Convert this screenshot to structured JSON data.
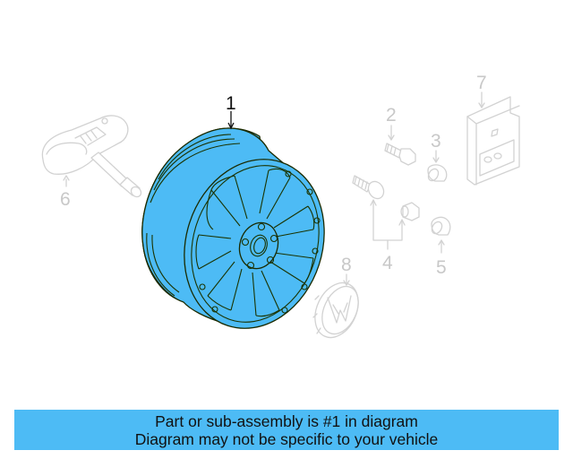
{
  "diagram": {
    "highlight_color": "#4dbbf5",
    "highlighted_part": "1",
    "callouts": [
      {
        "id": "1",
        "label": "1",
        "part": "wheel",
        "highlighted": true
      },
      {
        "id": "2",
        "label": "2",
        "part": "valve-stem-bolt",
        "highlighted": false
      },
      {
        "id": "3",
        "label": "3",
        "part": "lug-bolt-and-nut",
        "highlighted": false
      },
      {
        "id": "4",
        "label": "4",
        "part": "cap",
        "highlighted": false
      },
      {
        "id": "5",
        "label": "5",
        "part": "cap",
        "highlighted": false
      },
      {
        "id": "6",
        "label": "6",
        "part": "tire-pressure-sensor",
        "highlighted": false
      },
      {
        "id": "7",
        "label": "7",
        "part": "label-plate",
        "highlighted": false
      },
      {
        "id": "8",
        "label": "8",
        "part": "center-cap",
        "highlighted": false
      }
    ]
  },
  "banner": {
    "line1": "Part or sub-assembly is #1 in diagram",
    "line2": "Diagram may not be specific to your vehicle",
    "background": "#4dbbf5"
  }
}
